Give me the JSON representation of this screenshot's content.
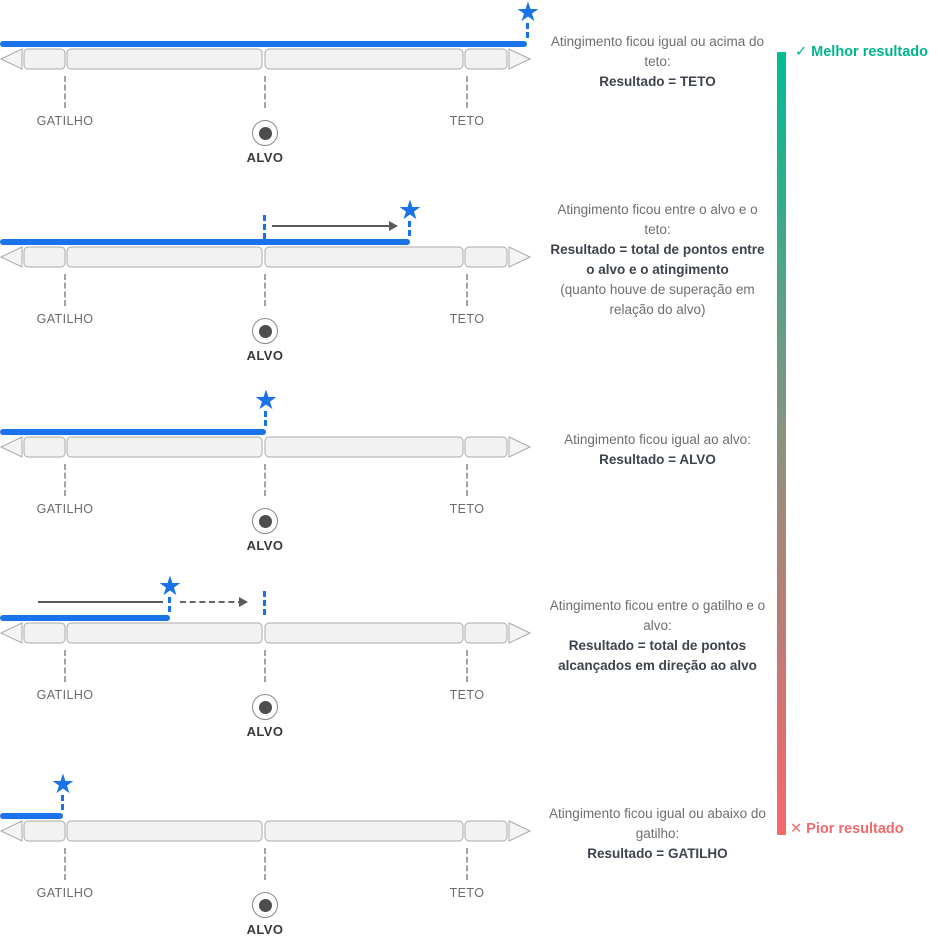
{
  "colors": {
    "accent_blue": "#1a73e8",
    "best_green": "#00b48d",
    "worst_red": "#f5696d",
    "gradient_top": "#00bd92",
    "gradient_bottom": "#f5686c",
    "track_fill": "#f2f2f2",
    "track_border": "#ababab"
  },
  "scale": {
    "gatilho": "GATILHO",
    "alvo": "ALVO",
    "teto": "TETO"
  },
  "legend": {
    "best_icon": "✓",
    "best_label": "Melhor resultado",
    "worst_icon": "✕",
    "worst_label": "Pior resultado"
  },
  "star_glyph": "★",
  "scenarios": [
    {
      "description": "Atingimento ficou igual ou acima do teto:",
      "result": "Resultado = TETO",
      "note": ""
    },
    {
      "description": "Atingimento ficou entre o alvo e o teto:",
      "result": "Resultado = total de pontos entre o alvo e o atingimento",
      "note": "(quanto houve de superação em relação do alvo)"
    },
    {
      "description": "Atingimento ficou igual ao alvo:",
      "result": "Resultado = ALVO",
      "note": ""
    },
    {
      "description": "Atingimento ficou entre o gatilho e o alvo:",
      "result": "Resultado = total de pontos alcançados em direção ao alvo",
      "note": ""
    },
    {
      "description": "Atingimento ficou igual ou abaixo do gatilho:",
      "result": "Resultado = GATILHO",
      "note": ""
    }
  ]
}
